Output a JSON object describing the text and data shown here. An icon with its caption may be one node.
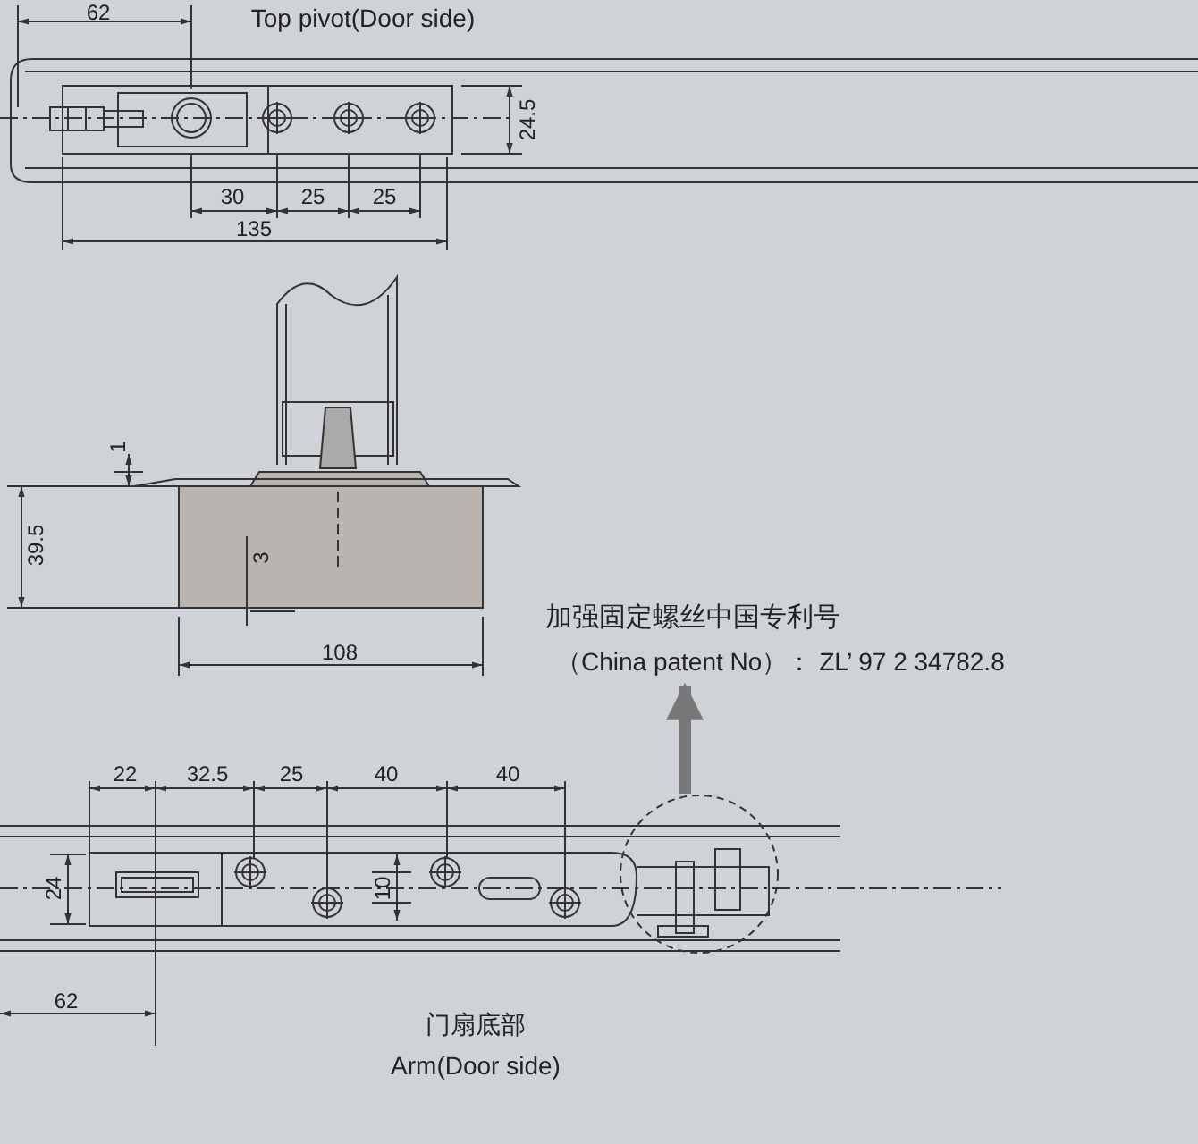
{
  "diagram": {
    "nodes": [
      {
        "text": [
          "加强固定螺丝中国专利号",
          "（China patent  No）： ZL’   97 2 34782.8"
        ]
      },
      {
        "text": [],
        "shape": "circle"
      }
    ],
    "edges": [
      {
        "from": 1,
        "to": 0,
        "arrow": "to"
      }
    ],
    "labels": [
      "62",
      "Top pivot(Door side)",
      "24.5",
      "30",
      "25",
      "25",
      "135",
      "1",
      "39.5",
      "3",
      "108",
      "22",
      "32.5",
      "25",
      "40",
      "40",
      "24",
      "10",
      "62",
      "门扇底部",
      "Arm(Door side)"
    ]
  }
}
